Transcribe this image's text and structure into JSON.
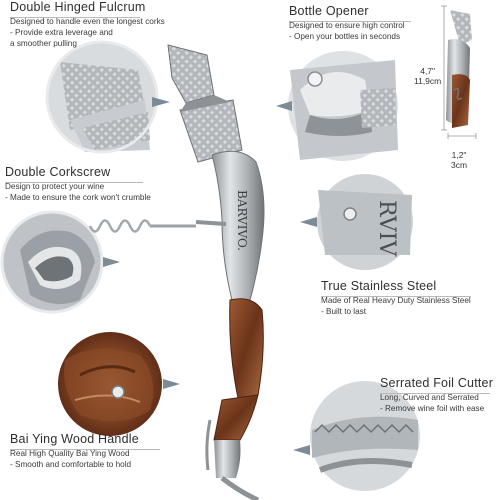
{
  "features": {
    "fulcrum": {
      "title": "Double Hinged Fulcrum",
      "lines": [
        "Designed to handle even the longest corks",
        "- Provide extra leverage and",
        "a smoother pulling"
      ]
    },
    "opener": {
      "title": "Bottle Opener",
      "lines": [
        "Designed to ensure high control",
        "- Open your bottles in seconds"
      ]
    },
    "corkscrew": {
      "title": "Double Corkscrew",
      "lines": [
        "Design to protect your wine",
        "- Made to ensure the cork won't crumble"
      ]
    },
    "steel": {
      "title": "True Stainless Steel",
      "lines": [
        "Made of Real Heavy Duty Stainless Steel",
        "- Built to last"
      ]
    },
    "cutter": {
      "title": "Serrated Foil Cutter",
      "lines": [
        "Long, Curved and Serrated",
        "- Remove wine foil with ease"
      ]
    },
    "handle": {
      "title": "Bai Ying Wood Handle",
      "lines": [
        "Real High Quality Bai Ying Wood",
        "- Smooth and comfortable to hold"
      ]
    }
  },
  "brand": "BARVIVO.",
  "dimensions": {
    "height_in": "4,7\"",
    "height_cm": "11,9cm",
    "width_in": "1,2\"",
    "width_cm": "3cm"
  },
  "colors": {
    "steel": "#b8bcc0",
    "wood": "#7a3f22",
    "text": "#2f2f2f",
    "pointer": "#7d8b96"
  }
}
